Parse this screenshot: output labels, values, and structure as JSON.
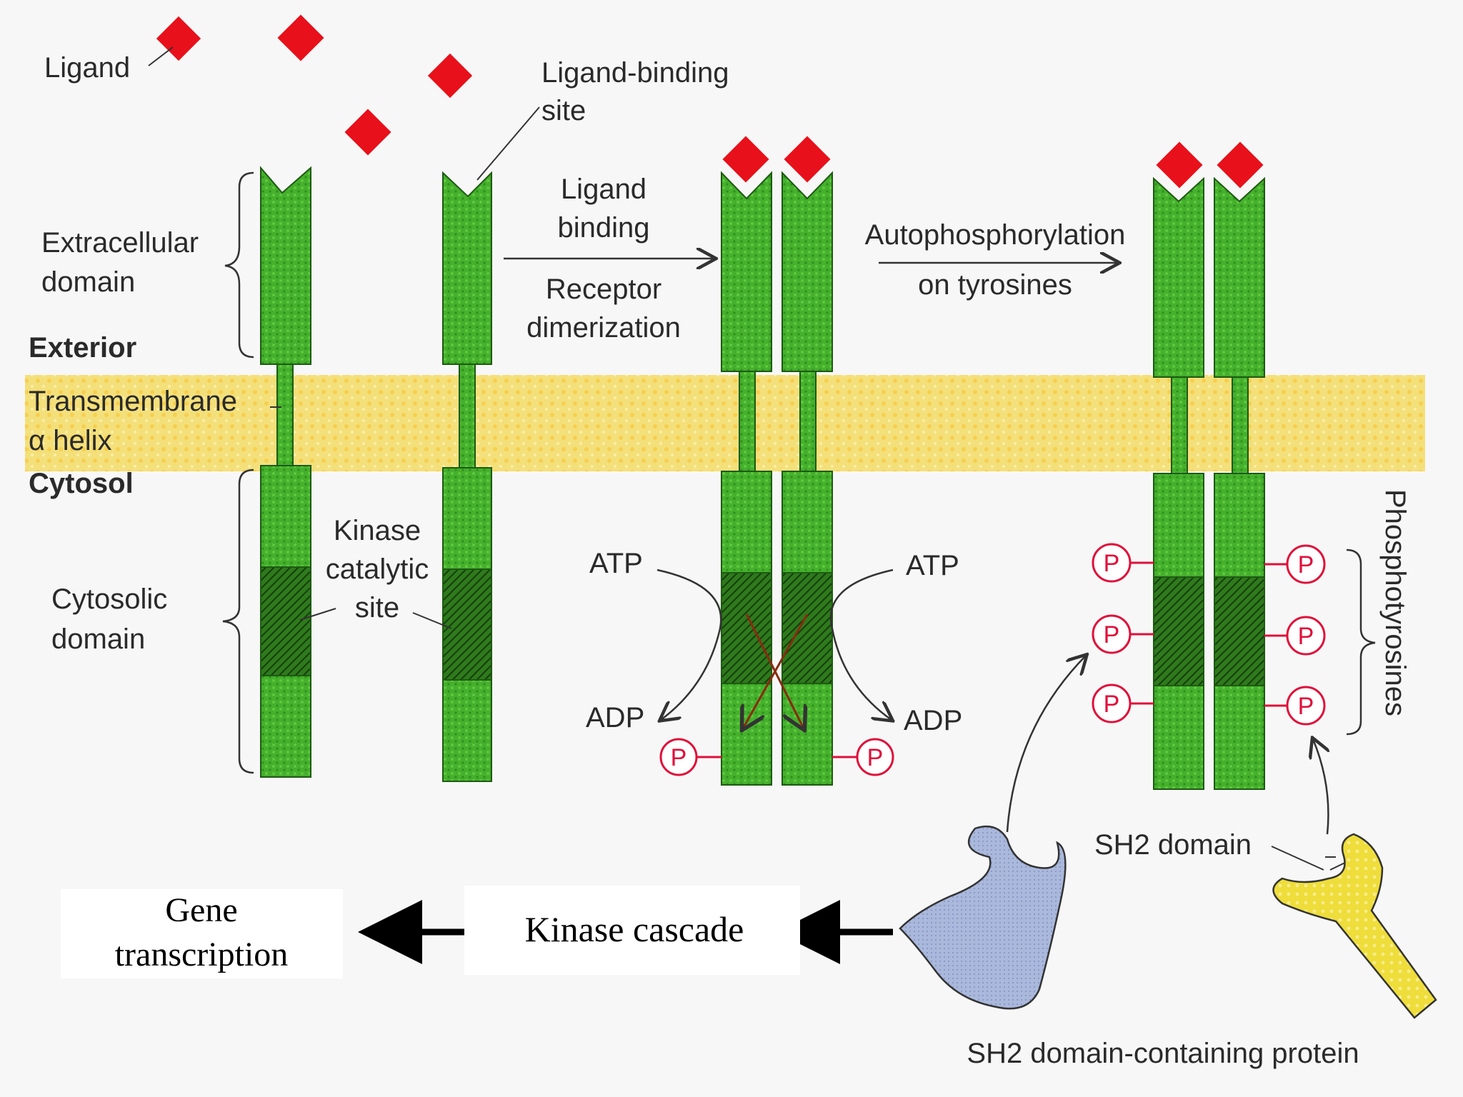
{
  "labels": {
    "ligand": "Ligand",
    "ligand_binding_site_1": "Ligand-binding",
    "ligand_binding_site_2": "site",
    "extracellular_1": "Extracellular",
    "extracellular_2": "domain",
    "exterior": "Exterior",
    "transmembrane_1": "Transmembrane",
    "transmembrane_2": "α helix",
    "cytosol": "Cytosol",
    "kinase_site_1": "Kinase",
    "kinase_site_2": "catalytic",
    "kinase_site_3": "site",
    "cytosolic_1": "Cytosolic",
    "cytosolic_2": "domain",
    "step1_top_1": "Ligand",
    "step1_top_2": "binding",
    "step1_bottom_1": "Receptor",
    "step1_bottom_2": "dimerization",
    "step2_1": "Autophosphorylation",
    "step2_2": "on tyrosines",
    "atp_left": "ATP",
    "atp_right": "ATP",
    "adp_left": "ADP",
    "adp_right": "ADP",
    "phosphate": "P",
    "phosphotyrosines": "Phosphotyrosines",
    "sh2_domain": "SH2 domain",
    "sh2_protein": "SH2 domain-containing protein",
    "kinase_cascade": "Kinase cascade",
    "gene_transcription_1": "Gene",
    "gene_transcription_2": "transcription"
  },
  "colors": {
    "ligand": "#e8101a",
    "receptor": "#3fae2a",
    "receptor_edge": "#1d5a12",
    "membrane": "#f2df6a",
    "phosphate": "#e0103a",
    "sh2_blue": "#aab8dc",
    "sh2_yellow": "#eedd3a"
  }
}
